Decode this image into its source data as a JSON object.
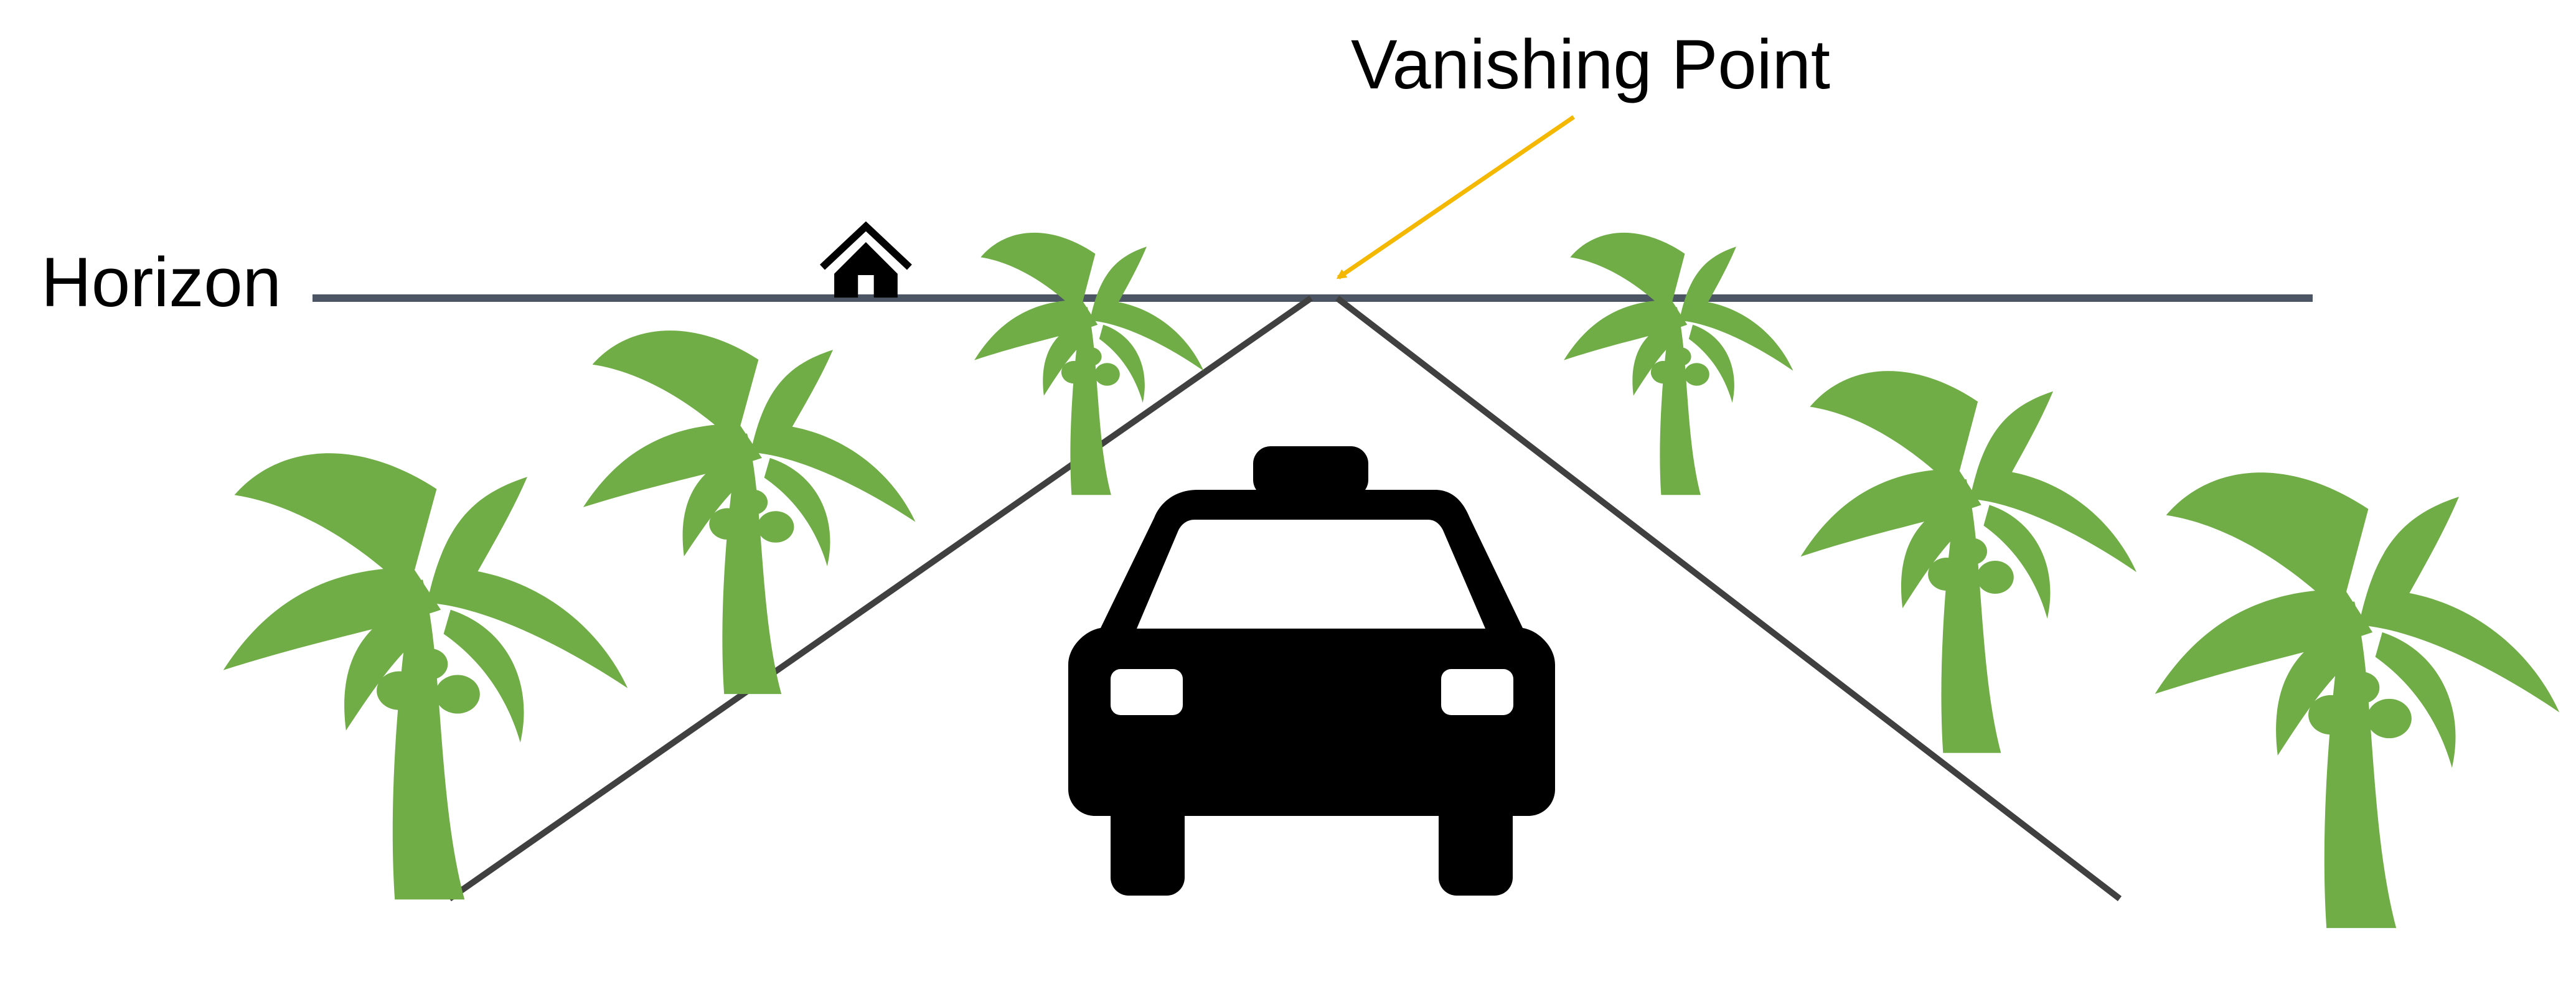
{
  "labels": {
    "horizon": "Horizon",
    "vanishing_point": "Vanishing Point"
  },
  "colors": {
    "background": "#ffffff",
    "horizon_line": "#4b5563",
    "road_lines": "#404040",
    "arrow": "#f5b800",
    "palm": "#70ad47",
    "car": "#000000",
    "house": "#000000",
    "text": "#000000"
  },
  "objects": {
    "palm_tree_count": 6,
    "car": "car-icon",
    "house": "house-icon",
    "tree": "palm-tree-icon"
  }
}
